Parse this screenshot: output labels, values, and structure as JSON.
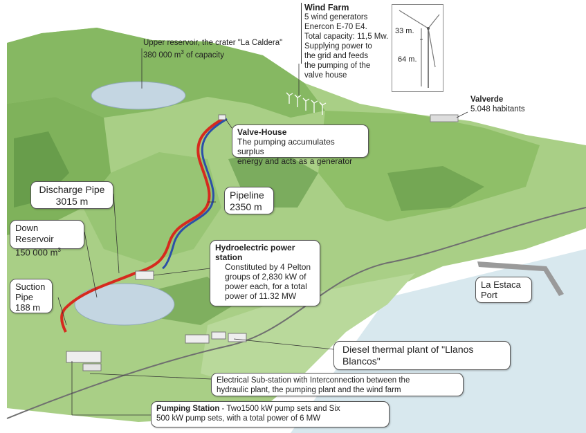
{
  "wind_farm": {
    "title": "Wind Farm",
    "lines": [
      "5 wind generators",
      "Enercon E-70 E4.",
      "Total capacity: 11,5 Mw.",
      "Supplying power to",
      "the grid and feeds",
      "the pumping of the",
      "valve house"
    ],
    "hub_height": "33 m.",
    "tower_height": "64 m."
  },
  "upper_reservoir": {
    "line1": "Upper reservoir, the crater \"La Caldera\"",
    "line2_value": "380 000 m",
    "line2_sup": "3",
    "line2_rest": " of capacity"
  },
  "valverde": {
    "title": "Valverde",
    "subtitle": "5.048 habitants"
  },
  "valve_house": {
    "title": "Valve-House",
    "line1": "The pumping accumulates surplus",
    "line2": "energy and acts as a generator"
  },
  "discharge_pipe": {
    "line1": "Discharge Pipe",
    "line2": "3015 m"
  },
  "pipeline": {
    "line1": "Pipeline",
    "line2": "2350 m"
  },
  "down_reservoir": {
    "line1": "Down Reservoir",
    "line2_value": "150 000 m",
    "line2_sup": "3"
  },
  "hydro_station": {
    "title_line1": "Hydroelectric power",
    "title_line2": "station",
    "lines": [
      "Constituted by 4 Pelton",
      "groups of 2,830 kW of",
      "power each, for a total",
      "power of 11.32 MW"
    ]
  },
  "suction_pipe": {
    "line1": "Suction",
    "line2": "Pipe",
    "line3": "188 m"
  },
  "port": {
    "line1": "La Estaca",
    "line2": "Port"
  },
  "diesel_plant": {
    "line1": "Diesel thermal plant of \"Llanos",
    "line2": "Blancos\""
  },
  "substation": {
    "line1": "Electrical Sub-station with Interconnection between the",
    "line2": "hydraulic plant, the pumping plant and the wind farm"
  },
  "pumping_station": {
    "title": "Pumping Station",
    "rest": " - Two1500 kW pump sets and Six",
    "line2": "500 kW pump sets, with a total power of 6 MW"
  },
  "colors": {
    "sea": "#d8e8ee",
    "land_light": "#a9cf86",
    "land_mid": "#86b862",
    "land_dark": "#5e9444",
    "reservoir": "#c4d6e2",
    "pipe_red": "#d62a1e",
    "pipe_blue": "#2b4fa8",
    "road": "#6f6f6f"
  }
}
